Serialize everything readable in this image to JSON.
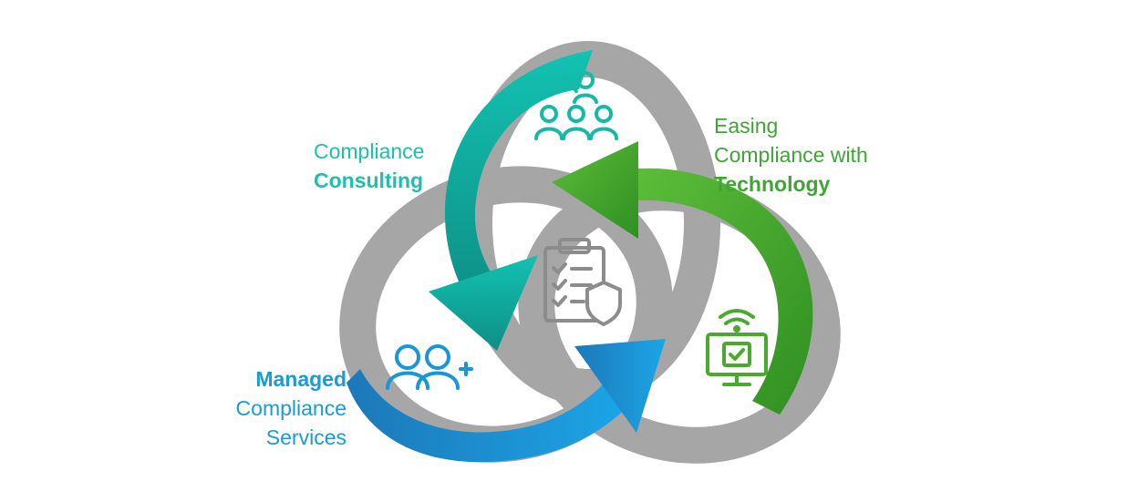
{
  "labels": {
    "consulting": {
      "line1": "Compliance",
      "line2": "Consulting",
      "color": "#1fbfae"
    },
    "technology": {
      "line1": "Easing",
      "line2": "Compliance with",
      "line3": "Technology",
      "color": "#3fa535"
    },
    "managed": {
      "line1": "Managed",
      "line2": "Compliance",
      "line3": "Services",
      "color": "#1a9ad9"
    }
  },
  "colors": {
    "ring": "#a6a6a6",
    "teal": "#17b9a6",
    "green": "#4aaa2e",
    "blue": "#1a95d6",
    "center_icon": "#8c8c8c"
  },
  "icons": [
    "team-presenter-icon",
    "clipboard-shield-icon",
    "add-users-icon",
    "monitor-wifi-check-icon"
  ]
}
